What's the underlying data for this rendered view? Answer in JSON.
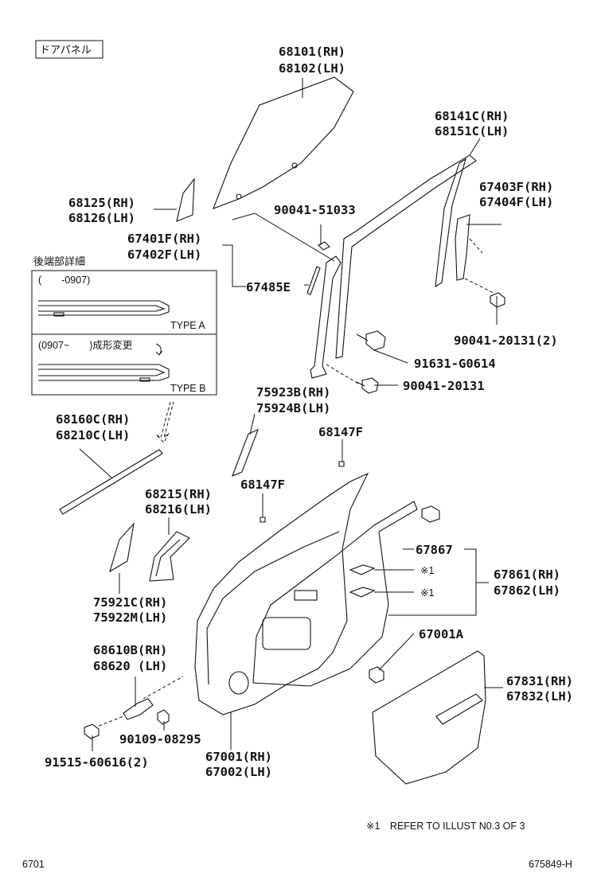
{
  "header": {
    "section_label": "ドアパネル"
  },
  "callouts": {
    "glass": [
      "68101(RH)",
      "68102(LH)"
    ],
    "run_channel": [
      "68141C(RH)",
      "68151C(LH)"
    ],
    "frame_rear": [
      "67403F(RH)",
      "67404F(LH)"
    ],
    "quarter_glass": [
      "68125(RH)",
      "68126(LH)"
    ],
    "bolt_top": "90041-51033",
    "frame_front": [
      "67401F(RH)",
      "67402F(LH)"
    ],
    "seal_e": "67485E",
    "bolt_rear": "90041-20131(2)",
    "screw": "91631-G0614",
    "bolt_mid": "90041-20131",
    "belt_moulding_b": [
      "75923B(RH)",
      "75924B(LH)"
    ],
    "weatherstrip": [
      "68160C(RH)",
      "68210C(LH)"
    ],
    "clip_top": "68147F",
    "clip_mid": "68147F",
    "mirror_cover": [
      "68215(RH)",
      "68216(LH)"
    ],
    "grommet": "67867",
    "ref1": "※1",
    "ref2": "※1",
    "panel_parts": [
      "67861(RH)",
      "67862(LH)"
    ],
    "hole_plug": "67001A",
    "belt_moulding_c": [
      "75921C(RH)",
      "75922M(LH)"
    ],
    "hinge": [
      "68610B(RH)",
      "68620 (LH)"
    ],
    "trim_board": [
      "67831(RH)",
      "67832(LH)"
    ],
    "bolt_hinge": "90109-08295",
    "bolt_bottom": "91515-60616(2)",
    "door_panel": [
      "67001(RH)",
      "67002(LH)"
    ]
  },
  "inset": {
    "title": "後端部詳細",
    "type_a": {
      "range": "(　　-0907)",
      "label": "TYPE A"
    },
    "type_b": {
      "range": "(0907~　　)成形変更",
      "label": "TYPE B"
    }
  },
  "footer": {
    "note": "※1　REFER TO ILLUST N0.3 OF 3",
    "page": "6701",
    "drawing_no": "675849-H"
  }
}
